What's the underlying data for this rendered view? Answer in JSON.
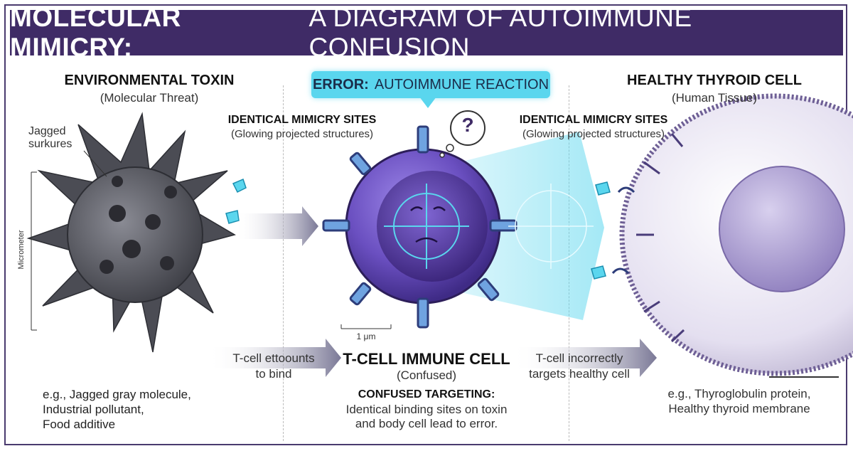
{
  "title": {
    "bold": "MOLECULAR MIMICRY:",
    "rest": "A DIAGRAM OF AUTOIMMUNE CONFUSION"
  },
  "left": {
    "heading": "ENVIRONMENTAL TOXIN",
    "subheading": "(Molecular Threat)",
    "callout_line1": "Jagged",
    "callout_line2": "surkures",
    "scale_label": "Micrometer",
    "mimicry_heading": "IDENTICAL MIMICRY SITES",
    "mimicry_sub": "(Glowing projected structures)",
    "examples": [
      "e.g., Jagged gray molecule,",
      "Industrial pollutant,",
      "Food additive"
    ]
  },
  "center": {
    "error_bold": "ERROR:",
    "error_rest": "AUTOIMMUNE REACTION",
    "question": "?",
    "scale_label": "1 μm",
    "heading": "T-CELL IMMUNE CELL",
    "subheading": "(Confused)",
    "targeting_heading": "CONFUSED TARGETING:",
    "targeting_lines": [
      "Identical binding sites on toxin",
      "and body cell lead to error."
    ]
  },
  "arrows": {
    "left_line1": "T-cell ettoounts",
    "left_line2": "to bind",
    "right_line1": "T-cell incorrectly",
    "right_line2": "targets healthy cell"
  },
  "right": {
    "heading": "HEALTHY THYROID CELL",
    "subheading": "(Human Tissue)",
    "mimicry_heading": "IDENTICAL MIMICRY SITES",
    "mimicry_sub": "(Glowing projected structures)",
    "examples": [
      "e.g., Thyroglobulin protein,",
      "Healthy thyroid membrane"
    ]
  },
  "colors": {
    "banner": "#3f2b66",
    "cyan": "#5ad6ee",
    "tcell": "#6a4fc0",
    "toxin": "#5c5d66",
    "thyroid": "#d9d3e6"
  }
}
